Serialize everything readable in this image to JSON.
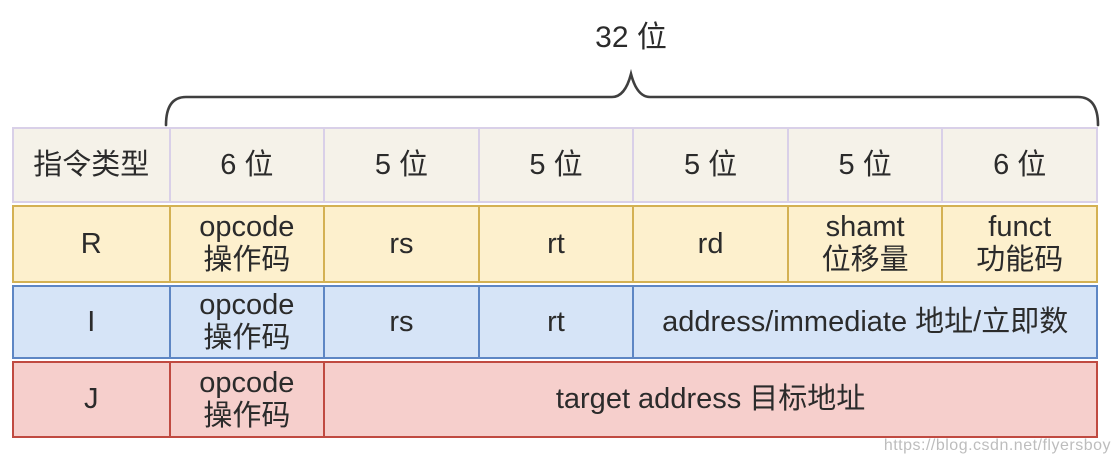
{
  "title": {
    "label": "32 位"
  },
  "table": {
    "header": [
      "指令类型",
      "6 位",
      "5 位",
      "5 位",
      "5 位",
      "5 位",
      "6 位"
    ],
    "rows": {
      "R": {
        "type": "R",
        "opcode": [
          "opcode",
          "操作码"
        ],
        "rs": "rs",
        "rt": "rt",
        "rd": "rd",
        "shamt": [
          "shamt",
          "位移量"
        ],
        "funct": [
          "funct",
          "功能码"
        ]
      },
      "I": {
        "type": "I",
        "opcode": [
          "opcode",
          "操作码"
        ],
        "rs": "rs",
        "rt": "rt",
        "address": "address/immediate 地址/立即数"
      },
      "J": {
        "type": "J",
        "opcode": [
          "opcode",
          "操作码"
        ],
        "target": "target address 目标地址"
      }
    }
  },
  "watermark": {
    "text": "https://blog.csdn.net/flyersboy"
  },
  "colors": {
    "header_bg": "#f5f2e9",
    "header_border": "#d9d0e8",
    "r_bg": "#fdf0cd",
    "r_border": "#d4b153",
    "i_bg": "#d6e4f7",
    "i_border": "#5e86c4",
    "j_bg": "#f6cfcc",
    "j_border": "#c04a41",
    "text": "#2b2b2b",
    "brace": "#3f3f3f",
    "watermark": "#bdbdbd"
  }
}
